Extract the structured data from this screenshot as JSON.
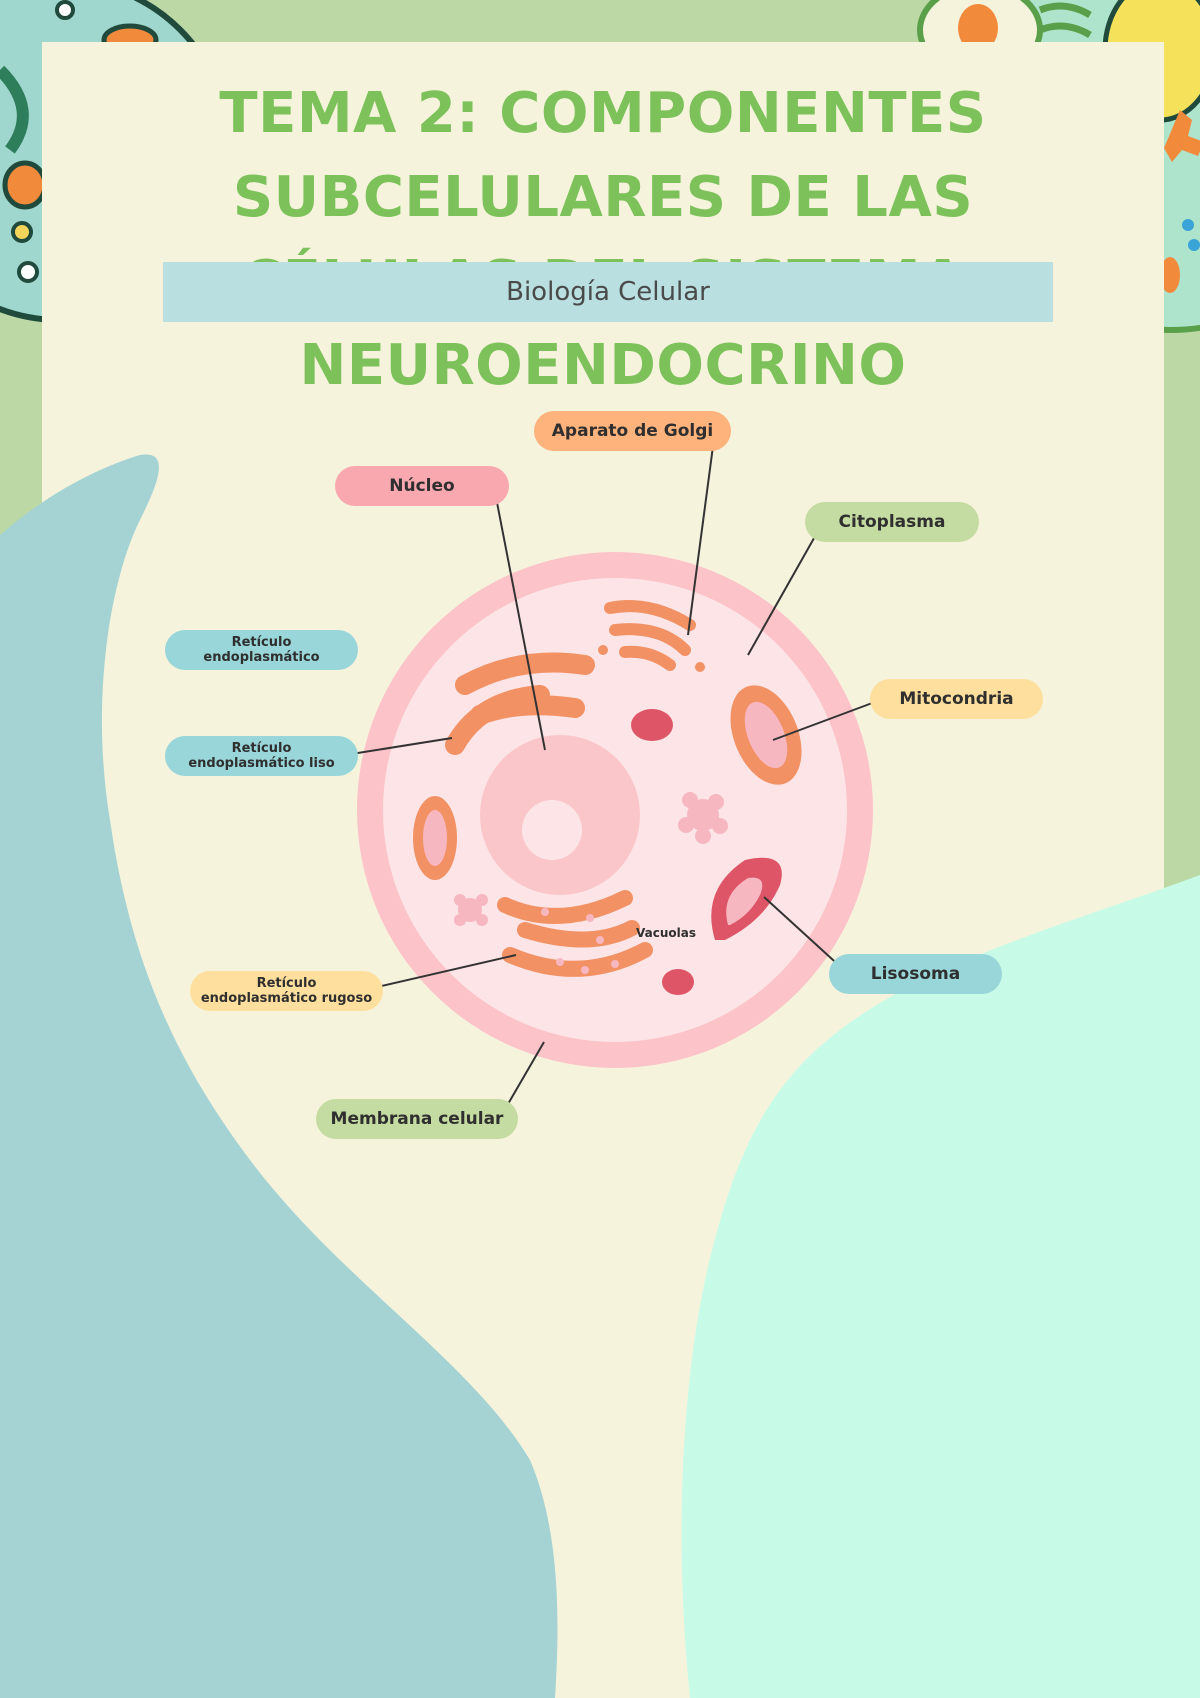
{
  "colors": {
    "title": "#7cc15a",
    "paper": "#f6f3dd",
    "bg": "#bcd8a4",
    "left_blob": "#a5d3d3",
    "right_blob": "#c8fbe7",
    "subtitle_bar": "#b9dfe0",
    "cell_outer": "#fcc3c8",
    "cell_inner": "#fde4e6",
    "organelle": "#f29164"
  },
  "page": {
    "title_line1": "TEMA 2: COMPONENTES SUBCELULARES DE LAS",
    "title_line2": "CÉLULAS DEL SISTEMA NEUROENDOCRINO",
    "subtitle": "Biología Celular"
  },
  "diagram": {
    "labels": {
      "golgi": "Aparato de Golgi",
      "nucleo": "Núcleo",
      "citoplasma": "Citoplasma",
      "reticulo": "Retículo\nendoplasmático",
      "mitocondria": "Mitocondria",
      "reticulo_liso": "Retículo\nendoplasmático liso",
      "lisosoma": "Lisosoma",
      "reticulo_rugoso": "Retículo\nendoplasmático rugoso",
      "membrana": "Membrana celular",
      "vacuolas": "Vacuolas"
    },
    "label_colors": {
      "orange": "#fdb37b",
      "pink": "#f9a8b0",
      "green": "#c4dca1",
      "blue": "#99d6d9",
      "yellow": "#fedf9d"
    }
  }
}
